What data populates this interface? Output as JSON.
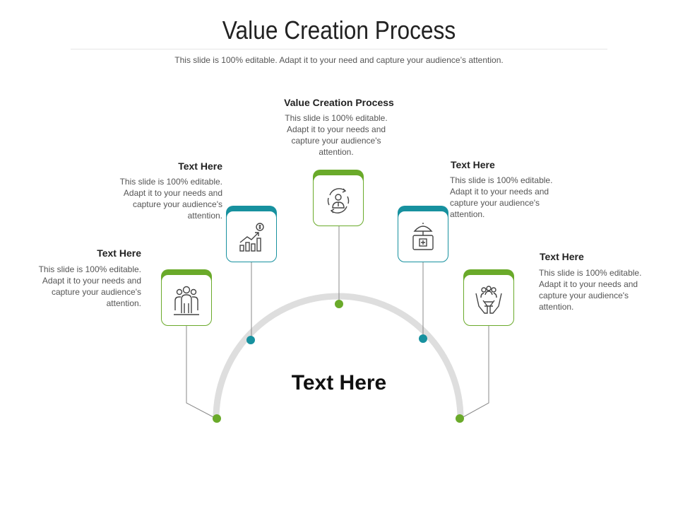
{
  "header": {
    "title": "Value Creation Process",
    "subtitle": "This slide is 100% editable. Adapt it to your need and capture your audience’s attention."
  },
  "center": {
    "label": "Text Here"
  },
  "colors": {
    "green": "#6aaa2a",
    "teal": "#17919f",
    "arc": "#dedede",
    "line": "#888888"
  },
  "steps": [
    {
      "title": "Text Here",
      "text": "This slide is 100% editable. Adapt it to your needs and capture your audience's attention.",
      "icon": "team-people-icon",
      "color": "green"
    },
    {
      "title": "Text Here",
      "text": "This slide is 100% editable. Adapt it to your needs and capture your audience's attention.",
      "icon": "growth-chart-dollar-icon",
      "color": "teal"
    },
    {
      "title": "Value Creation Process",
      "text": "This slide is 100% editable. Adapt it to your needs and capture your audience's attention.",
      "icon": "person-cycle-icon",
      "color": "green"
    },
    {
      "title": "Text Here",
      "text": "This slide is 100% editable. Adapt it to your needs and capture your audience's attention.",
      "icon": "insurance-case-umbrella-icon",
      "color": "teal"
    },
    {
      "title": "Text Here",
      "text": "This slide is 100% editable. Adapt it to your needs and capture your audience's attention.",
      "icon": "hands-people-care-icon",
      "color": "green"
    }
  ]
}
